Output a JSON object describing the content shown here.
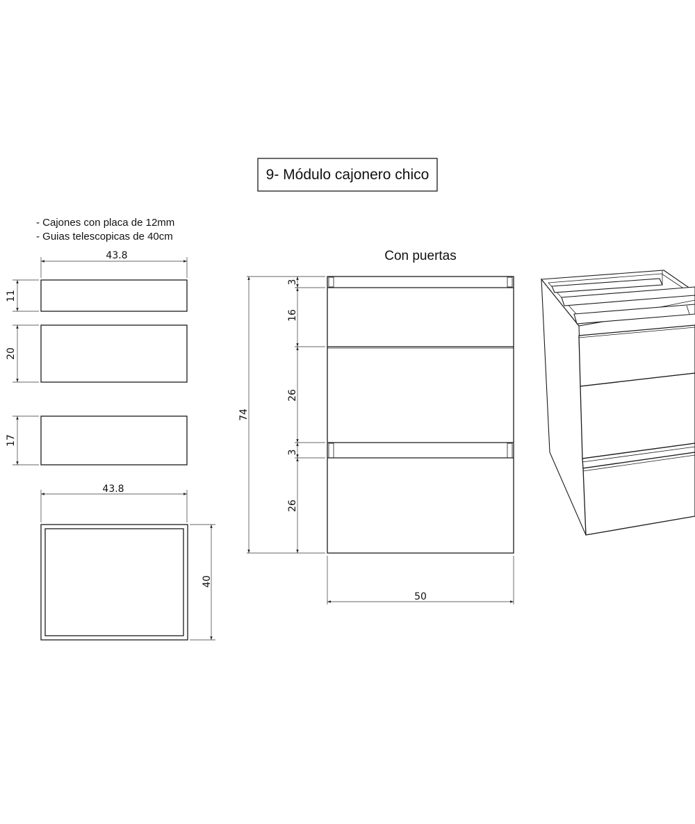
{
  "title": "9- Módulo cajonero chico",
  "notes": [
    "- Cajones con placa de 12mm",
    "- Guias telescopicas de 40cm"
  ],
  "section_label": "Con puertas",
  "drawers": {
    "width": "43.8",
    "heights": [
      "11",
      "20",
      "17"
    ],
    "plan_width": "43.8",
    "plan_depth": "40"
  },
  "front_view": {
    "total_height": "74",
    "segments": [
      "3",
      "16",
      "26",
      "3",
      "26"
    ],
    "width": "50"
  }
}
